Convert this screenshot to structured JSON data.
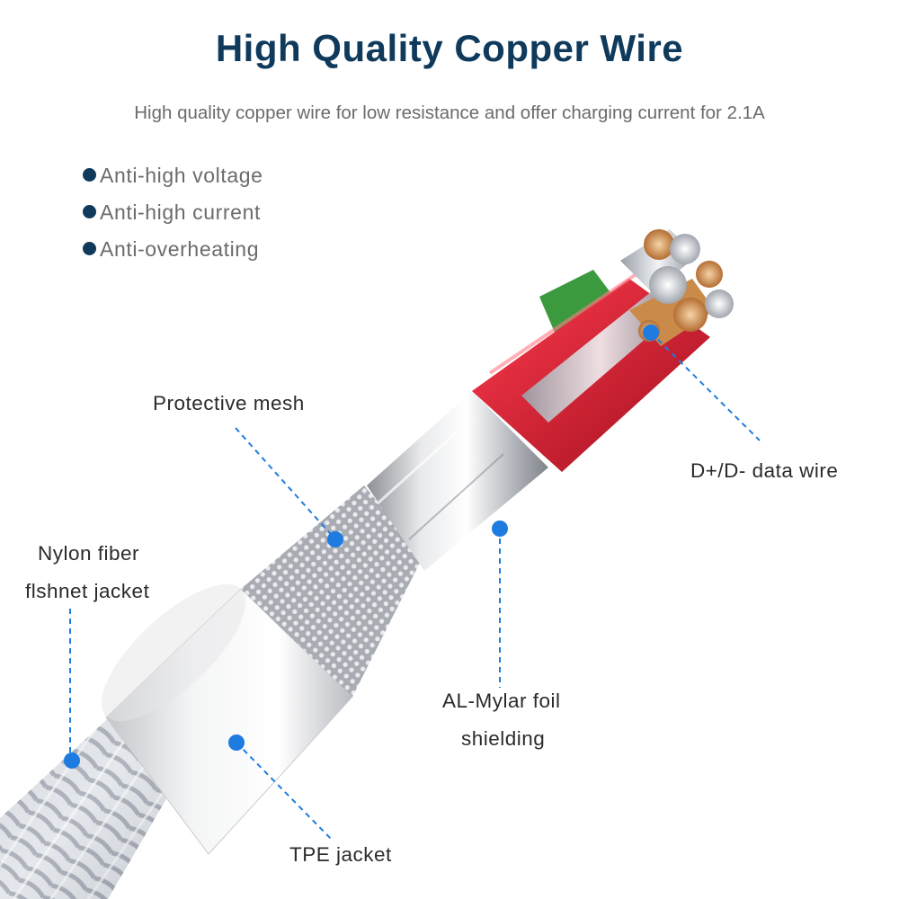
{
  "header": {
    "title": "High Quality Copper Wire",
    "subtitle": "High quality copper wire for low resistance and offer charging current for 2.1A"
  },
  "features": [
    "Anti-high voltage",
    "Anti-high current",
    "Anti-overheating"
  ],
  "callouts": {
    "protective_mesh": "Protective mesh",
    "data_wire": "D+/D- data wire",
    "nylon_line1": "Nylon fiber",
    "nylon_line2": "flshnet jacket",
    "foil_line1": "AL-Mylar foil",
    "foil_line2": "shielding",
    "tpe_jacket": "TPE jacket"
  },
  "colors": {
    "title": "#0f3a5c",
    "callout_dot": "#1e7be0",
    "callout_line": "#1e7be0",
    "wire_red": "#d0152b",
    "wire_green": "#3b9a3e",
    "copper": "#c98a4a"
  }
}
